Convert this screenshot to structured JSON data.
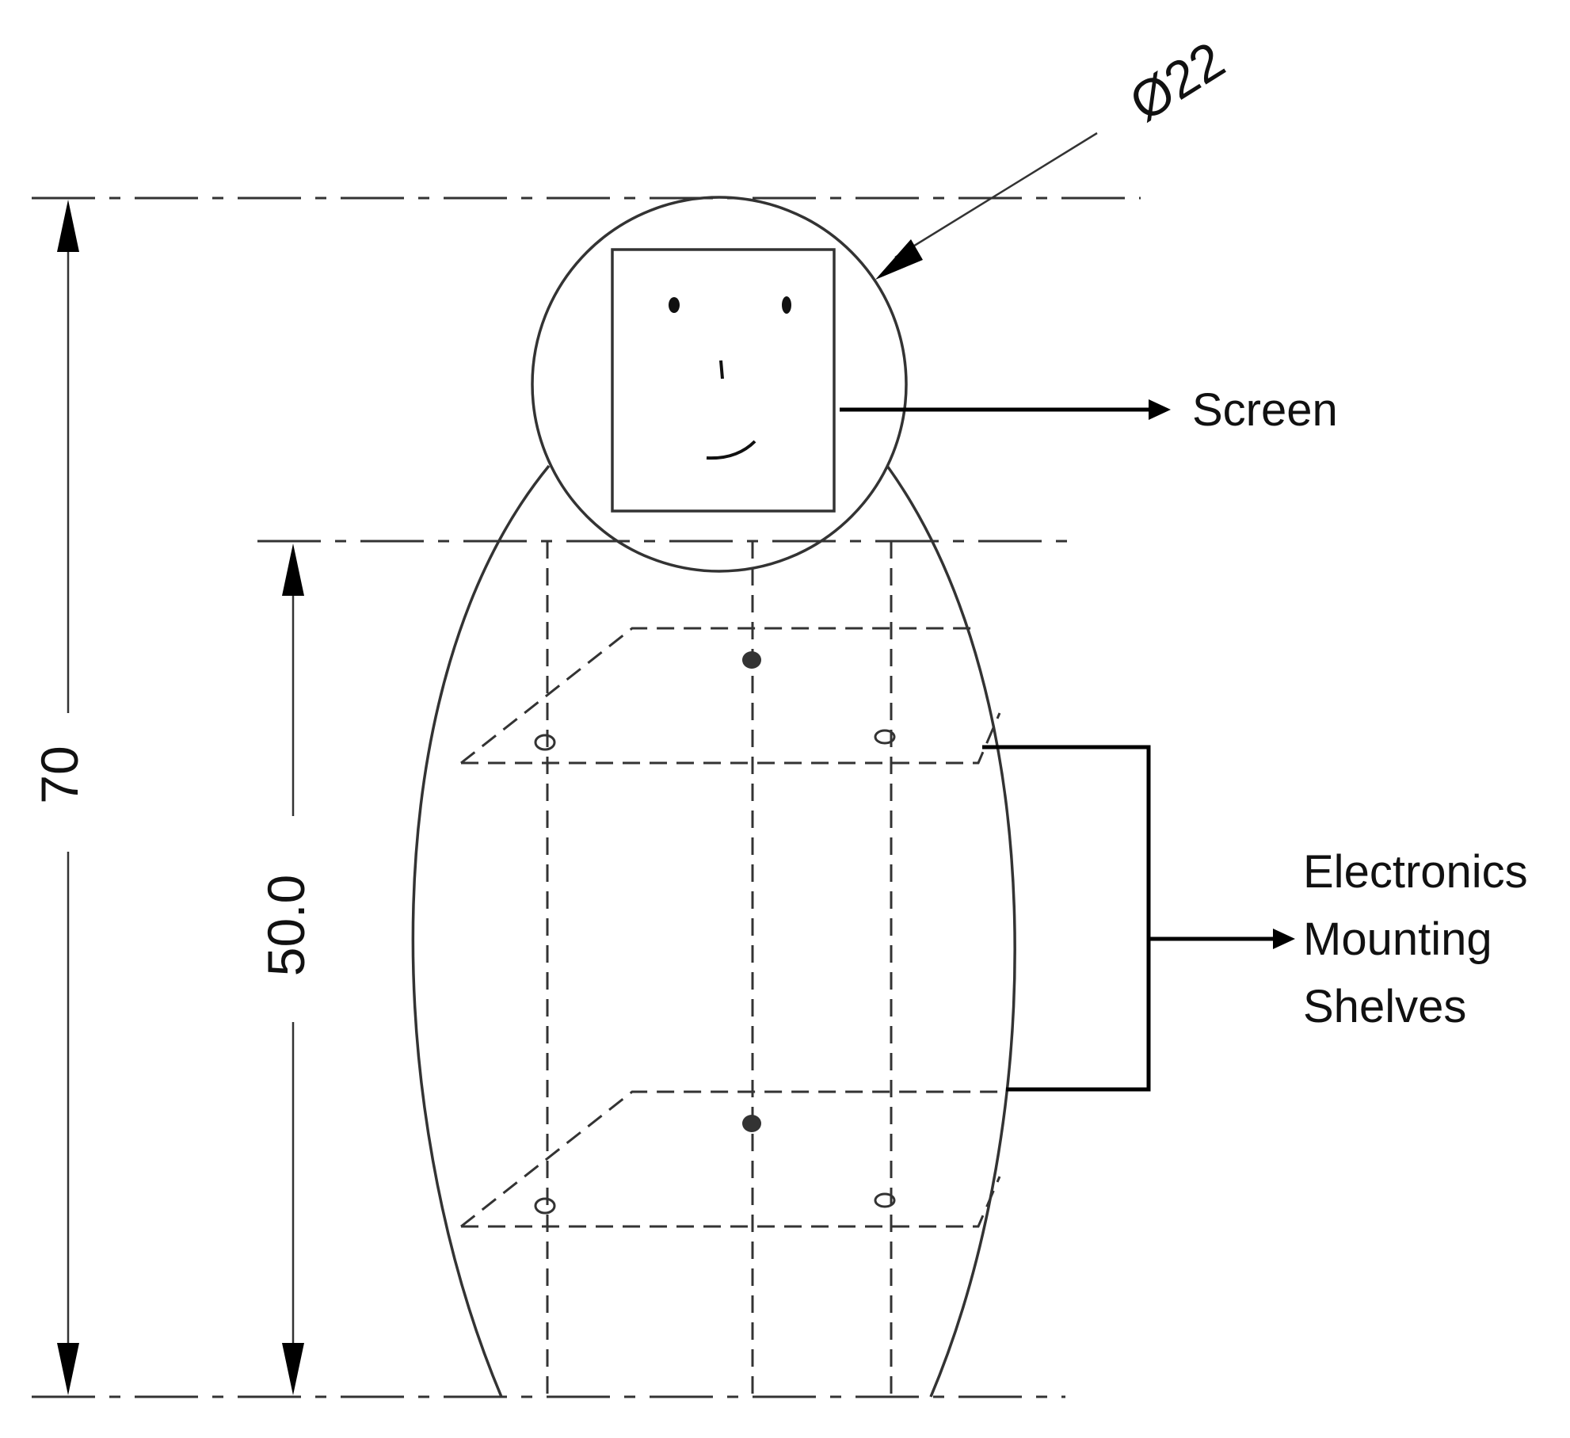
{
  "labels": {
    "screen": "Screen",
    "shelves": [
      "Electronics",
      "Mounting",
      "Shelves"
    ]
  },
  "dimensions": {
    "total_height": "70",
    "body_height": "50.0",
    "head_diameter": "Ø22"
  }
}
